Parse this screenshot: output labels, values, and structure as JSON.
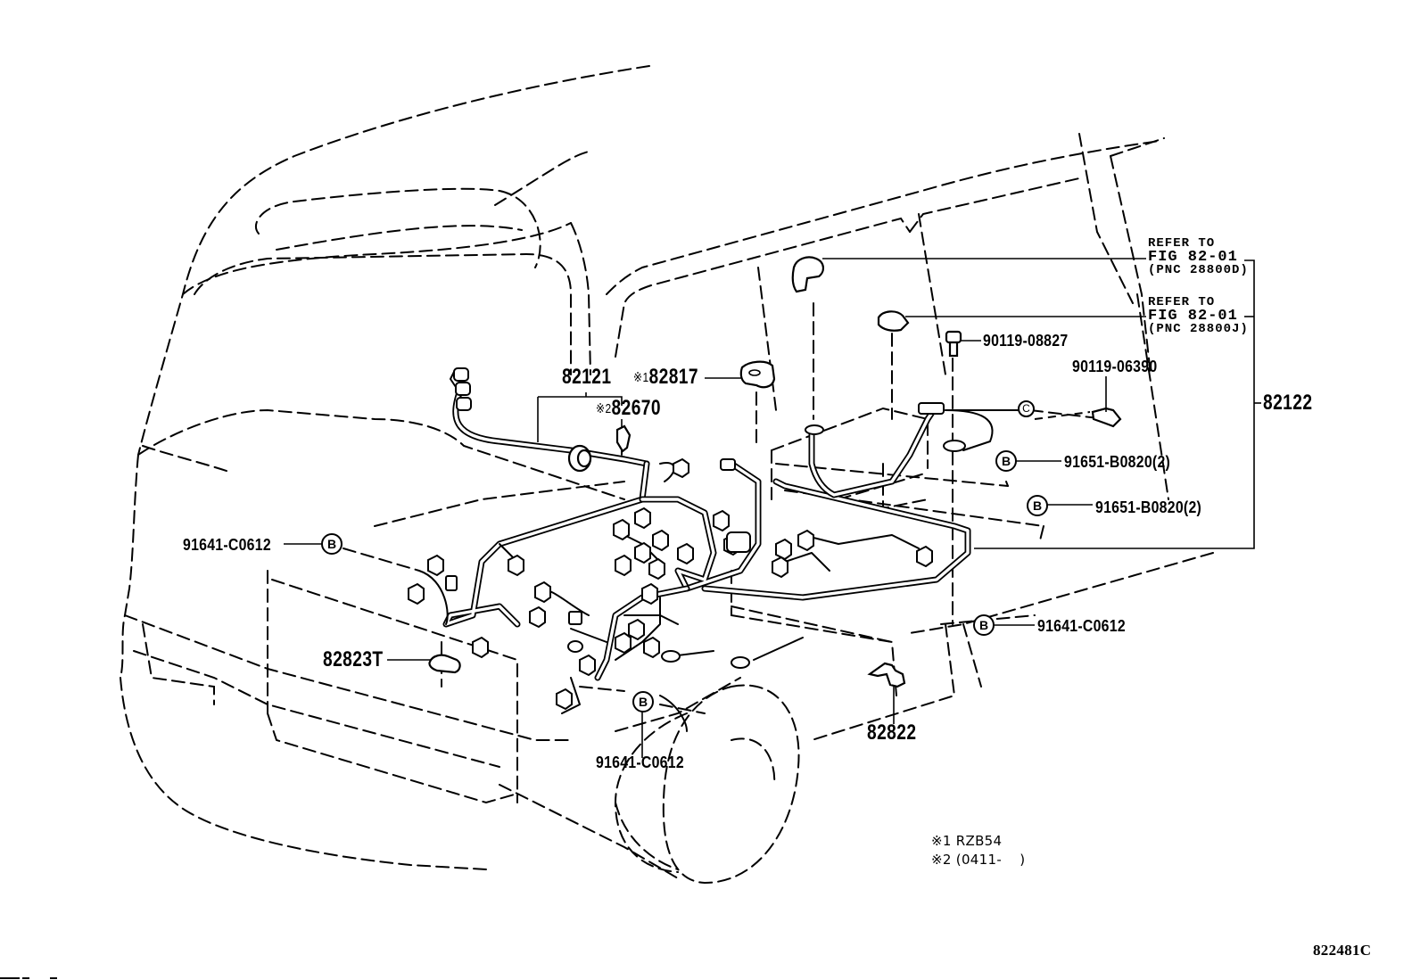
{
  "diagram": {
    "type": "parts-exploded-view",
    "subject": "vehicle wiring harness and clamps (front cabin / engine compartment view)",
    "part_labels": {
      "harness_main": "82121",
      "harness_main_clamp": "82670",
      "harness_main_clamp_mark": "※2",
      "protector": "82817",
      "protector_mark": "※1",
      "harness_battery": "82122",
      "clamp_left": "82823T",
      "clamp_right": "82822",
      "bolt_upper": "90119-08827",
      "bolt_lower": "90119-06390",
      "clip_b_upper": "91651-B0820(2)",
      "clip_b_lower": "91651-B0820(2)",
      "clip_left": "91641-C0612",
      "clip_right": "91641-C0612",
      "clip_bottom": "91641-C0612"
    },
    "references": [
      {
        "line1": "REFER TO",
        "line2": "FIG 82-01",
        "line3": "(PNC 28800D)"
      },
      {
        "line1": "REFER TO",
        "line2": "FIG 82-01",
        "line3": "(PNC 28800J)"
      }
    ],
    "callout_letters": {
      "b": "B",
      "c": "C"
    },
    "notes": [
      {
        "mark": "※1",
        "text": "RZB54"
      },
      {
        "mark": "※2",
        "text": "(0411-    )"
      }
    ],
    "illustration_code": "822481C"
  }
}
